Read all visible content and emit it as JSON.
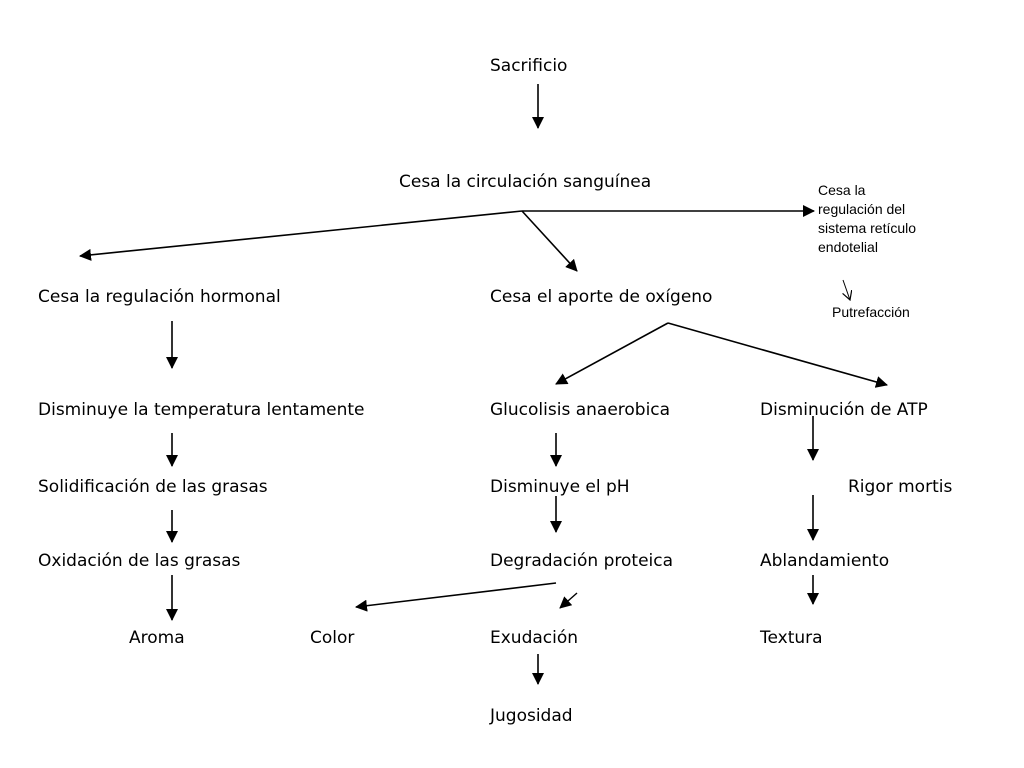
{
  "nodes": {
    "sacrificio": "Sacrificio",
    "cesa_circulacion": "Cesa la circulación sanguínea",
    "cesa_regulacion_sistema": [
      "Cesa la",
      "regulación del",
      "sistema retículo",
      "endotelial"
    ],
    "putrefaccion": "Putrefacción",
    "cesa_regulacion_hormonal": "Cesa la regulación hormonal",
    "cesa_aporte_oxigeno": "Cesa el aporte de oxígeno",
    "disminuye_temperatura": "Disminuye la temperatura lentamente",
    "glucolisis": "Glucolisis anaerobica",
    "disminucion_atp": "Disminución de ATP",
    "solidificacion_grasas": "Solidificación de las grasas",
    "disminuye_ph": "Disminuye el pH",
    "rigor_mortis": "Rigor mortis",
    "oxidacion_grasas": "Oxidación de las grasas",
    "degradacion_proteica": "Degradación proteica",
    "ablandamiento": "Ablandamiento",
    "aroma": "Aroma",
    "color": "Color",
    "exudacion": "Exudación",
    "textura": "Textura",
    "jugosidad": "Jugosidad"
  }
}
